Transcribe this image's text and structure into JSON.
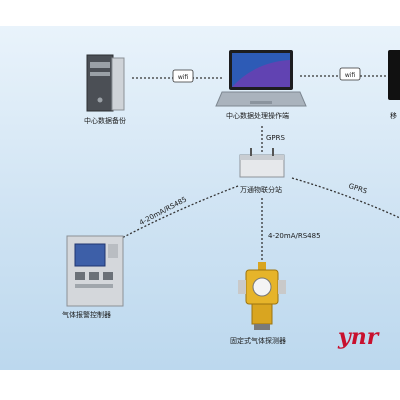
{
  "nodes": {
    "backup": {
      "label": "中心数据备份",
      "icon": "server-tower-icon"
    },
    "center": {
      "label": "中心数据处理操作端",
      "icon": "laptop-icon"
    },
    "mobile": {
      "label": "移",
      "icon": "phone-icon"
    },
    "gateway": {
      "label": "万通物联分站",
      "icon": "gateway-box-icon"
    },
    "controller": {
      "label": "气体报警控制器",
      "icon": "controller-panel-icon"
    },
    "detector": {
      "label": "固定式气体探测器",
      "icon": "gas-detector-icon"
    }
  },
  "links": {
    "wifi_left": "wifi",
    "wifi_right": "wifi",
    "gprs_up": "GPRS",
    "gprs_right": "GPRS",
    "rs_left": "4-20mA/RS485",
    "rs_down": "4-20mA/RS485"
  },
  "watermark": "ynr",
  "colors": {
    "background_top": "#e9f3fb",
    "background_bottom": "#bcd8ee",
    "watermark": "#c8102e"
  }
}
